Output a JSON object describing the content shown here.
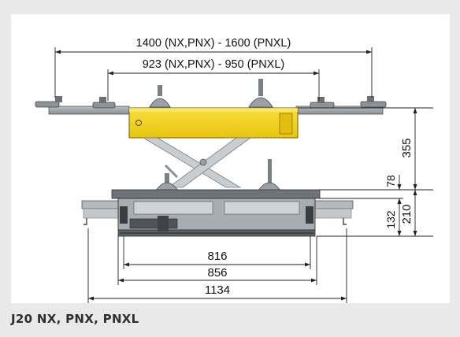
{
  "figure": {
    "caption": "J20 NX, PNX, PNXL",
    "dimensions": {
      "top_width": "1400 (NX,PNX) - 1600 (PNXL)",
      "inner_width": "923 (NX,PNX) - 950 (PNXL)",
      "base_816": "816",
      "base_856": "856",
      "base_1134": "1134",
      "height_355": "355",
      "height_78": "78",
      "height_132": "132",
      "height_210": "210"
    },
    "colors": {
      "frame": "#e9e9e9",
      "jack_yellow": "#f2d21b",
      "scissor_gray": "#c9cdd0",
      "metal": "#9aa0a5",
      "dark_metal": "#4b4f53"
    }
  }
}
